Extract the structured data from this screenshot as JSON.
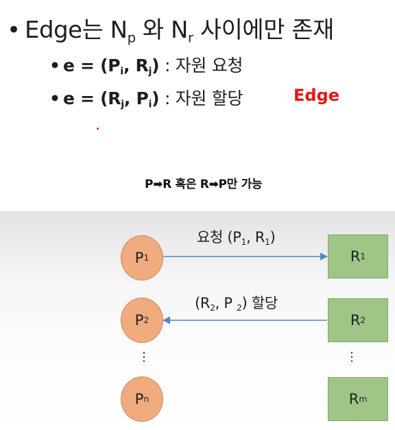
{
  "slide": {
    "bullet_main": {
      "dot": "•",
      "pre": "Edge는 N",
      "sub1": "p",
      "mid": " 와 N",
      "sub2": "r",
      "post": " 사이에만 존재"
    },
    "bullet_request": {
      "dot": "•",
      "e_eq": "e = (P",
      "sub_i": "i",
      "comma": ", R",
      "sub_j": "j",
      "close": ")",
      "text": " : 자원 요청"
    },
    "bullet_assign": {
      "dot": "•",
      "e_eq": "e = (R",
      "sub_j": "j",
      "comma": ", P",
      "sub_i": "i",
      "close": ")",
      "text": " : 자원 할당"
    },
    "edge_label": "Edge",
    "caption": "P➡R 혹은 R➡P만 가능"
  },
  "diagram": {
    "processes": [
      {
        "base": "P",
        "sub": "1"
      },
      {
        "base": "P",
        "sub": "2"
      },
      {
        "base": "P",
        "sub": "n"
      }
    ],
    "resources": [
      {
        "base": "R",
        "sub": "1"
      },
      {
        "base": "R",
        "sub": "2"
      },
      {
        "base": "R",
        "sub": "m"
      }
    ],
    "ellipsis": "⋮",
    "request_edge": {
      "pre": "요청 (P",
      "s1": "1",
      "mid": ", R",
      "s2": "1",
      "post": ")"
    },
    "assign_edge": {
      "pre": "(R",
      "s1": "2",
      "mid": ", P ",
      "s2": "2",
      "post": ") 할당"
    },
    "colors": {
      "process_fill": "#f0ab7f",
      "resource_fill": "#9fc587",
      "arrow": "#4f86c6",
      "edge_text": "#e8170f"
    }
  }
}
